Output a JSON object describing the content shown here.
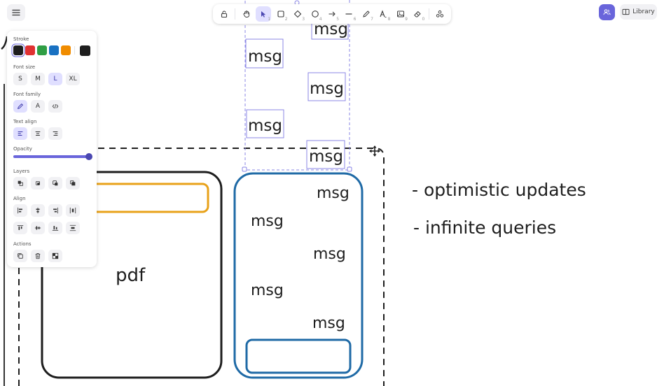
{
  "menu": {
    "icon": "hamburger-icon"
  },
  "toolbar": {
    "tools": [
      {
        "name": "lock",
        "icon": "lock-icon",
        "shortcut": ""
      },
      {
        "name": "hand",
        "icon": "hand-icon",
        "shortcut": ""
      },
      {
        "name": "selection",
        "icon": "pointer-icon",
        "shortcut": "1",
        "active": true
      },
      {
        "name": "rectangle",
        "icon": "rectangle-icon",
        "shortcut": "2"
      },
      {
        "name": "diamond",
        "icon": "diamond-icon",
        "shortcut": "3"
      },
      {
        "name": "ellipse",
        "icon": "ellipse-icon",
        "shortcut": "4"
      },
      {
        "name": "arrow",
        "icon": "arrow-icon",
        "shortcut": "5"
      },
      {
        "name": "line",
        "icon": "line-icon",
        "shortcut": "6"
      },
      {
        "name": "draw",
        "icon": "pencil-icon",
        "shortcut": "7"
      },
      {
        "name": "text",
        "icon": "text-icon",
        "shortcut": "8"
      },
      {
        "name": "image",
        "icon": "image-icon",
        "shortcut": "9"
      },
      {
        "name": "eraser",
        "icon": "eraser-icon",
        "shortcut": "0"
      },
      {
        "name": "extra-tools",
        "icon": "shapes-icon",
        "shortcut": ""
      }
    ]
  },
  "library": {
    "label": "Library"
  },
  "properties": {
    "stroke_label": "Stroke",
    "stroke_colors": [
      "#1e1e1e",
      "#e03131",
      "#2f9e44",
      "#1971c2",
      "#f08c00"
    ],
    "stroke_current": "#1e1e1e",
    "font_size_label": "Font size",
    "font_sizes": [
      "S",
      "M",
      "L",
      "XL"
    ],
    "font_size_selected": "L",
    "font_family_label": "Font family",
    "font_family_glyph": "A",
    "text_align_label": "Text align",
    "opacity_label": "Opacity",
    "opacity_value": 100,
    "layers_label": "Layers",
    "align_label": "Align",
    "actions_label": "Actions"
  },
  "canvas": {
    "pdf_label": "pdf",
    "msg_label": "msg",
    "notes": [
      "- optimistic updates",
      "- infinite queries"
    ],
    "colors": {
      "black": "#1e1e1e",
      "orange": "#e8a21a",
      "blue": "#1f6aa6",
      "selection": "#8b87e6"
    }
  }
}
